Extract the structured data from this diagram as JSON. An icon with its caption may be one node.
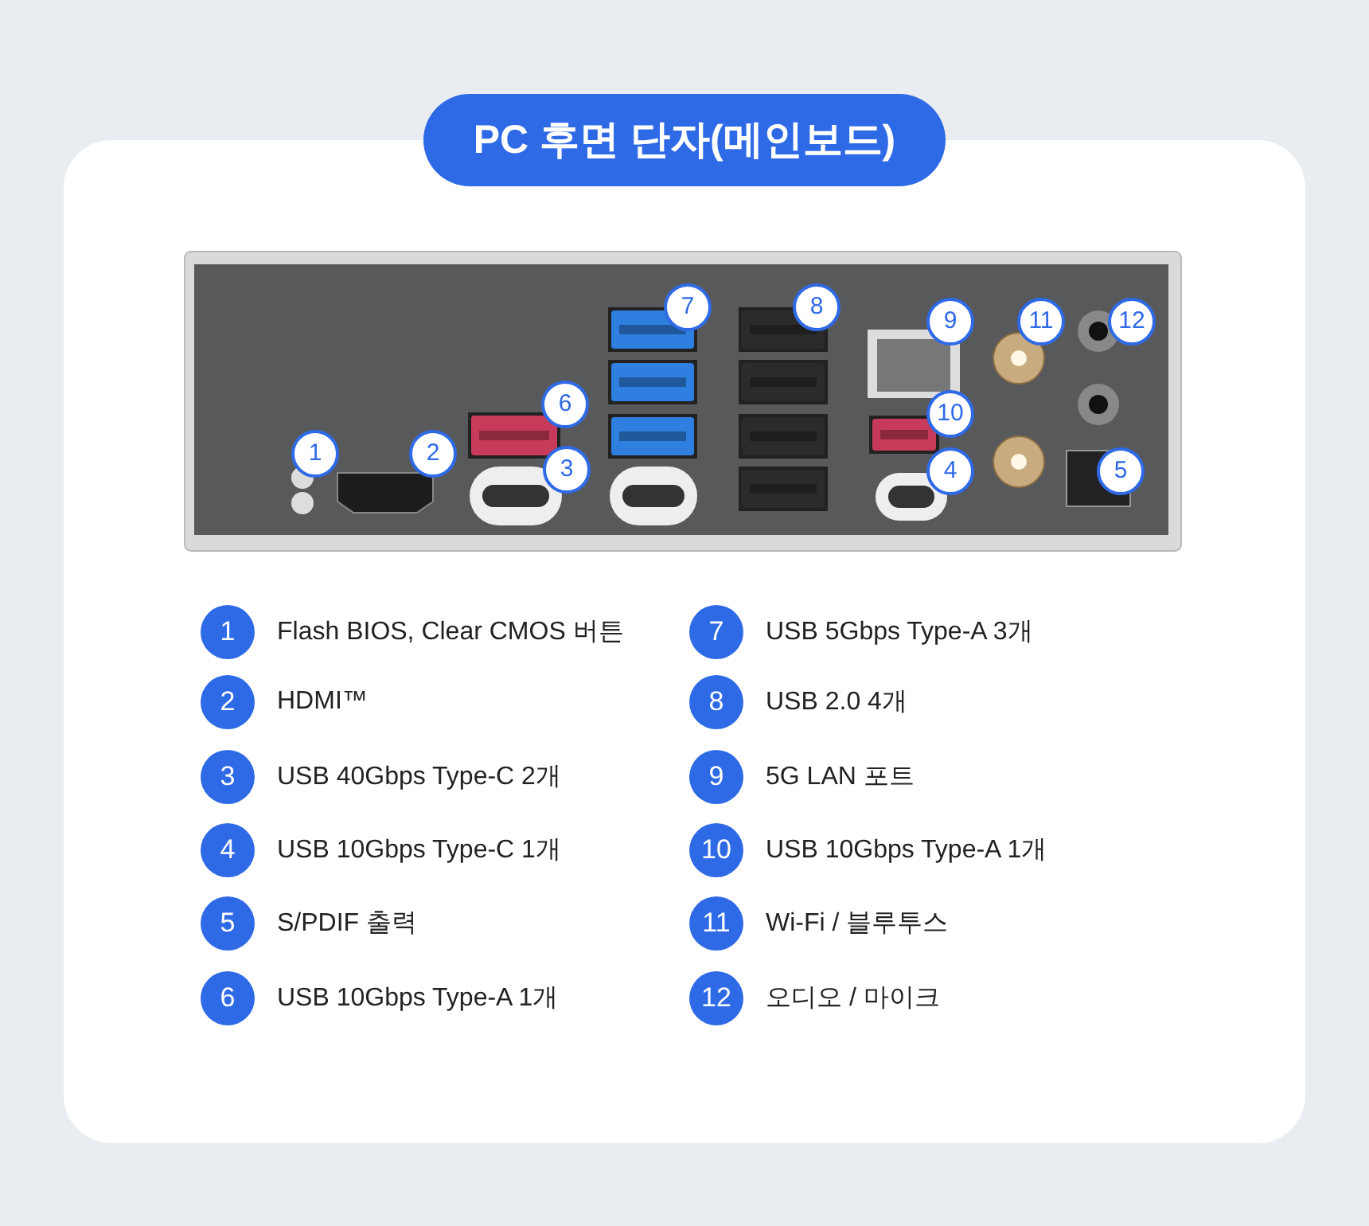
{
  "diagram": {
    "title": "PC 후면 단자(메인보드)",
    "labels": [
      "7",
      "8",
      "9",
      "11",
      "12",
      "6",
      "10",
      "1",
      "2",
      "3",
      "4",
      "5",
      "1",
      "Flash BIOS, Clear CMOS 버튼",
      "7",
      "USB 5Gbps Type-A 3개",
      "2",
      "HDMI™",
      "8",
      "USB 2.0 4개",
      "3",
      "USB 40Gbps Type-C 2개",
      "9",
      "5G LAN 포트",
      "4",
      "USB 10Gbps Type-C 1개",
      "10",
      "USB 10Gbps Type-A 1개",
      "5",
      "S/PDIF 출력",
      "11",
      "Wi-Fi / 블루투스",
      "6",
      "USB 10Gbps Type-A 1개",
      "12",
      "오디오 / 마이크"
    ]
  }
}
